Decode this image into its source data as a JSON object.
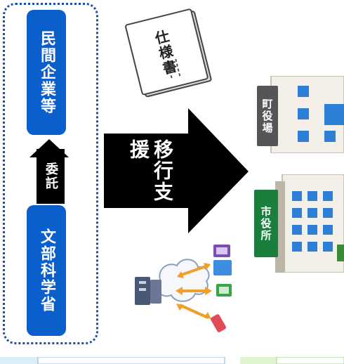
{
  "left_group": {
    "top_box_label": "民間企業等",
    "middle_label": "委託",
    "bottom_box_label": "文部科学省"
  },
  "center": {
    "arrow_label": "移行支援",
    "document_title": "仕様書"
  },
  "buildings": {
    "town_office_sign": "町役場",
    "city_office_sign": "市役所"
  },
  "colors": {
    "primary_blue": "#0b5fcc",
    "arrow_black": "#000000",
    "town_sign": "#555555",
    "city_sign": "#1a7f3c",
    "building_wall": "#f2efe8",
    "building_window": "#2d7fd6"
  }
}
